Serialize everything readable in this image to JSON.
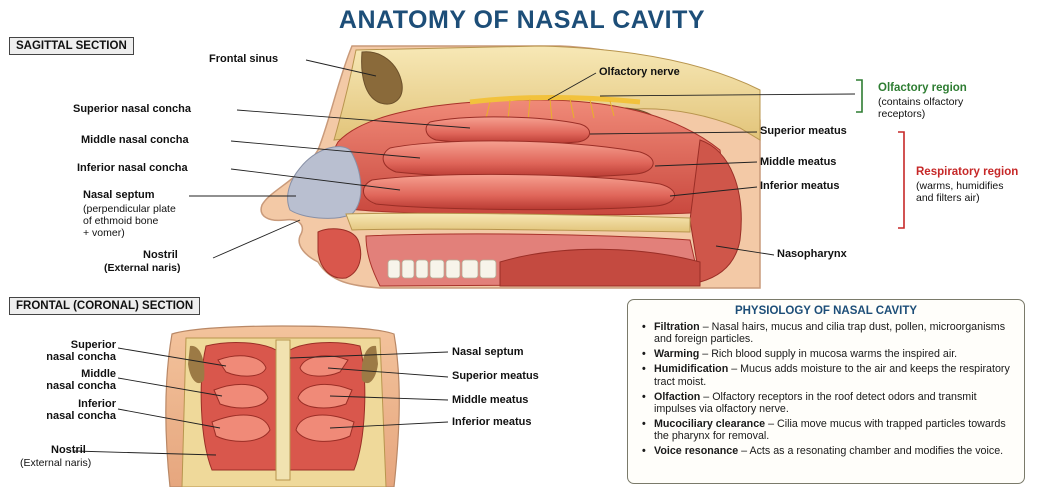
{
  "title": "ANATOMY OF NASAL CAVITY",
  "sagittal": {
    "section_label": "SAGITTAL SECTION",
    "frontal_sinus": "Frontal sinus",
    "superior_concha": "Superior nasal concha",
    "middle_concha": "Middle nasal concha",
    "inferior_concha": "Inferior nasal concha",
    "nasal_septum": "Nasal septum",
    "septum_sub": [
      "(perpendicular plate",
      "of ethmoid bone",
      "+ vomer)"
    ],
    "nostril": "Nostril",
    "nostril_sub": "(External naris)",
    "olfactory_nerve": "Olfactory nerve",
    "olfactory_region": "Olfactory region",
    "olfactory_region_sub": [
      "(contains olfactory",
      "receptors)"
    ],
    "superior_meatus": "Superior meatus",
    "middle_meatus": "Middle meatus",
    "inferior_meatus": "Inferior meatus",
    "respiratory_region": "Respiratory region",
    "respiratory_region_sub": [
      "(warms, humidifies",
      "and filters air)"
    ],
    "nasopharynx": "Nasopharynx"
  },
  "coronal": {
    "section_label": "FRONTAL (CORONAL) SECTION",
    "superior_concha": [
      "Superior",
      "nasal concha"
    ],
    "middle_concha": [
      "Middle",
      "nasal concha"
    ],
    "inferior_concha": [
      "Inferior",
      "nasal concha"
    ],
    "nostril": "Nostril",
    "nostril_sub": "(External naris)",
    "nasal_septum": "Nasal septum",
    "superior_meatus": "Superior meatus",
    "middle_meatus": "Middle meatus",
    "inferior_meatus": "Inferior meatus"
  },
  "physiology": {
    "title": "PHYSIOLOGY OF NASAL CAVITY",
    "items": [
      {
        "term": "Filtration",
        "text": " – Nasal hairs, mucus and cilia trap dust, pollen, microorganisms and foreign particles."
      },
      {
        "term": "Warming",
        "text": " – Rich blood supply in mucosa warms the inspired air."
      },
      {
        "term": "Humidification",
        "text": " – Mucus adds moisture to the air and keeps the respiratory tract moist."
      },
      {
        "term": "Olfaction",
        "text": " – Olfactory receptors in the roof detect odors and transmit impulses via olfactory nerve."
      },
      {
        "term": "Mucociliary clearance",
        "text": " – Cilia move mucus with trapped particles towards the pharynx for removal."
      },
      {
        "term": "Voice resonance",
        "text": " – Acts as a resonating chamber and modifies the voice."
      }
    ]
  },
  "colors": {
    "title": "#1d4e78",
    "olfactory": "#2e7d32",
    "respiratory": "#c62828",
    "mucosa": "#d9574c",
    "bone": "#efd99a"
  }
}
